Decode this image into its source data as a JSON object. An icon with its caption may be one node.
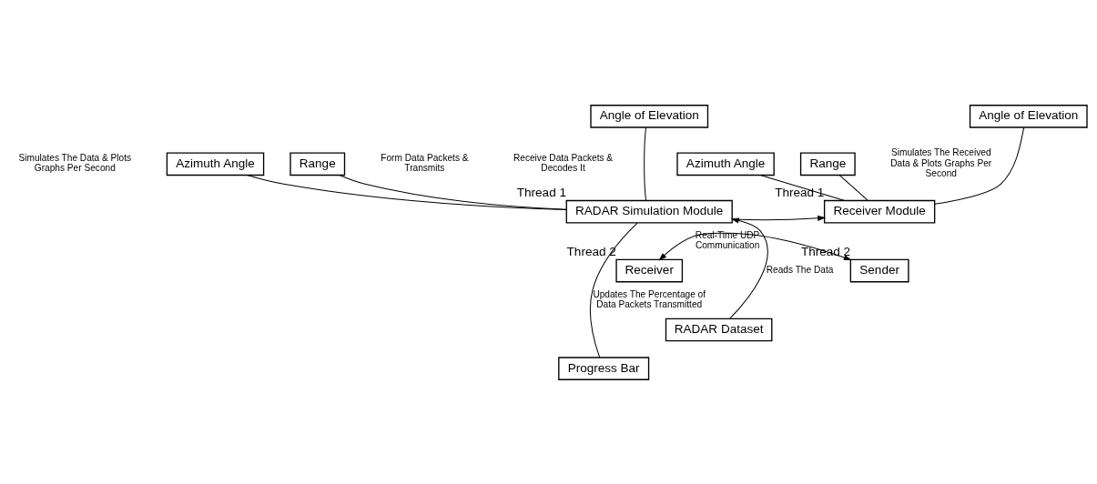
{
  "diagram": {
    "nodes": [
      {
        "text": [
          "Azimuth Angle"
        ]
      },
      {
        "text": [
          "Angle of Elevation"
        ]
      },
      {
        "text": [
          "Range"
        ]
      },
      {
        "text": [
          "RADAR Simulation Module"
        ],
        "beside": [
          "Thread 1"
        ]
      },
      {
        "text": [
          "Receiver"
        ],
        "beside": [
          "Thread 2"
        ]
      },
      {
        "text": [
          "RADAR Dataset"
        ]
      },
      {
        "text": [
          "Progress Bar"
        ]
      },
      {
        "text": [
          "Azimuth Angle"
        ]
      },
      {
        "text": [
          "Angle of Elevation"
        ]
      },
      {
        "text": [
          "Range"
        ]
      },
      {
        "text": [
          "Receiver Module"
        ],
        "beside": [
          "Thread 1"
        ]
      },
      {
        "text": [
          "Sender"
        ],
        "beside": [
          "Thread 2"
        ]
      }
    ],
    "edges": [
      {
        "from": 0,
        "to": 3,
        "arrow": "none"
      },
      {
        "from": 1,
        "to": 3,
        "arrow": "none"
      },
      {
        "from": 2,
        "to": 3,
        "arrow": "none"
      },
      {
        "from": 5,
        "to": 3,
        "arrow": "to",
        "label": "Reads The Data"
      },
      {
        "from": 3,
        "to": 6,
        "arrow": "none",
        "label": "Updates The Percentage of Data Packets Transmitted"
      },
      {
        "from": 3,
        "to": 10,
        "arrow": "to"
      },
      {
        "from": 7,
        "to": 10,
        "arrow": "none"
      },
      {
        "from": 8,
        "to": 10,
        "arrow": "none"
      },
      {
        "from": 9,
        "to": 10,
        "arrow": "none"
      },
      {
        "from": 4,
        "to": 11,
        "arrow": "both",
        "label": "Real-Time UDP Communication"
      }
    ],
    "labels": [
      "Simulates The Data & Plots Graphs Per Second",
      "Form Data Packets & Transmits",
      "Receive Data Packets & Decodes It",
      "Simulates The Received Data & Plots Graphs Per Second"
    ]
  }
}
